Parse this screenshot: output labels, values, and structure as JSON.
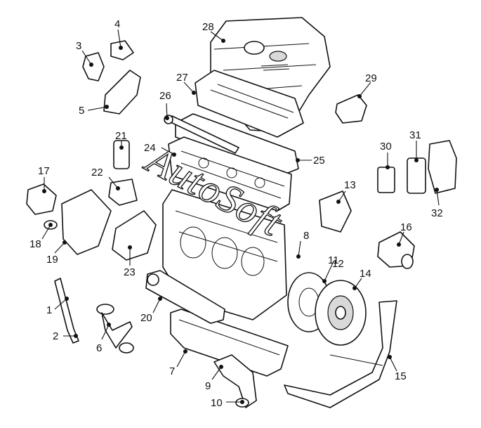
{
  "watermark": "AutoSoft",
  "callouts": [
    "1",
    "2",
    "3",
    "4",
    "5",
    "6",
    "7",
    "8",
    "9",
    "10",
    "11",
    "12",
    "13",
    "14",
    "15",
    "16",
    "17",
    "18",
    "19",
    "20",
    "21",
    "22",
    "23",
    "24",
    "25",
    "26",
    "27",
    "28",
    "29",
    "30",
    "31",
    "32"
  ]
}
